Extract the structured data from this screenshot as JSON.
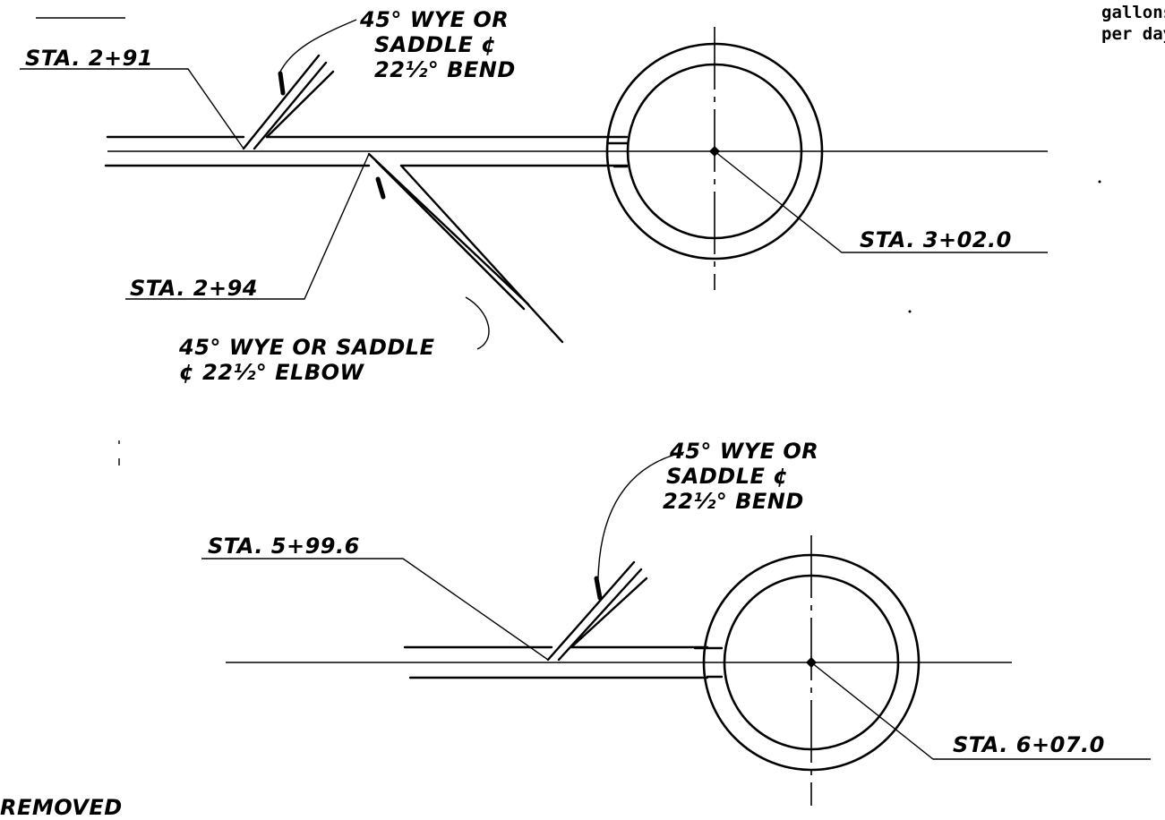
{
  "top_detail": {
    "label_sta_291": "STA. 2+91",
    "label_sta_294": "STA. 2+94",
    "label_sta_302": "STA. 3+02.0",
    "callout_upper": [
      "45° WYE OR",
      "SADDLE ¢",
      "22½° BEND"
    ],
    "callout_lower": [
      "45° WYE OR SADDLE",
      "¢ 22½° ELBOW"
    ]
  },
  "bottom_detail": {
    "label_sta_599": "STA. 5+99.6",
    "label_sta_607": "STA. 6+07.0",
    "callout": [
      "45° WYE OR",
      "SADDLE ¢",
      "22½° BEND"
    ]
  },
  "margin_text": [
    "gallons",
    "per day"
  ],
  "footer_text": "REMOVED"
}
